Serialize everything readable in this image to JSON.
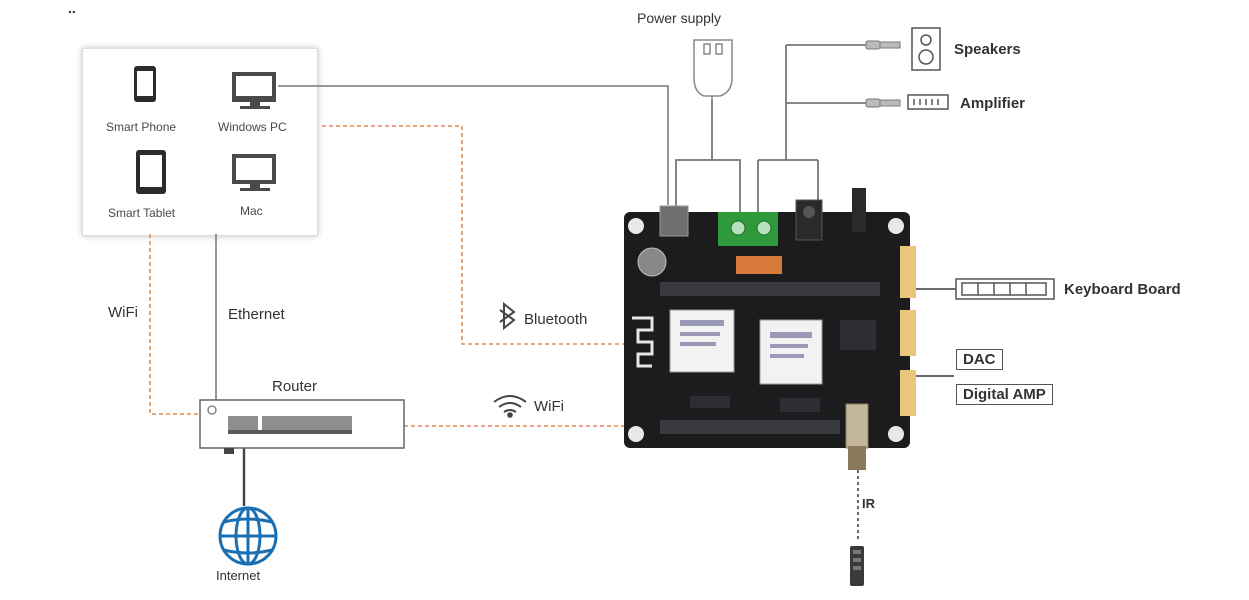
{
  "top_marker": "..",
  "devices": {
    "smart_phone": "Smart Phone",
    "windows_pc": "Windows PC",
    "smart_tablet": "Smart Tablet",
    "mac": "Mac"
  },
  "connections": {
    "wifi_left": "WiFi",
    "ethernet": "Ethernet",
    "bluetooth": "Bluetooth",
    "wifi_router": "WiFi",
    "ir": "IR"
  },
  "router": "Router",
  "internet": "Internet",
  "power_supply": "Power supply",
  "outputs": {
    "speakers": "Speakers",
    "amplifier": "Amplifier",
    "keyboard_board": "Keyboard Board",
    "dac": "DAC",
    "digital_amp": "Digital AMP"
  },
  "colors": {
    "wired": "#8a8a8a",
    "wireless_dashed": "#e08a55",
    "board": "#1c1c1e",
    "terminal": "#2f9a3c"
  }
}
